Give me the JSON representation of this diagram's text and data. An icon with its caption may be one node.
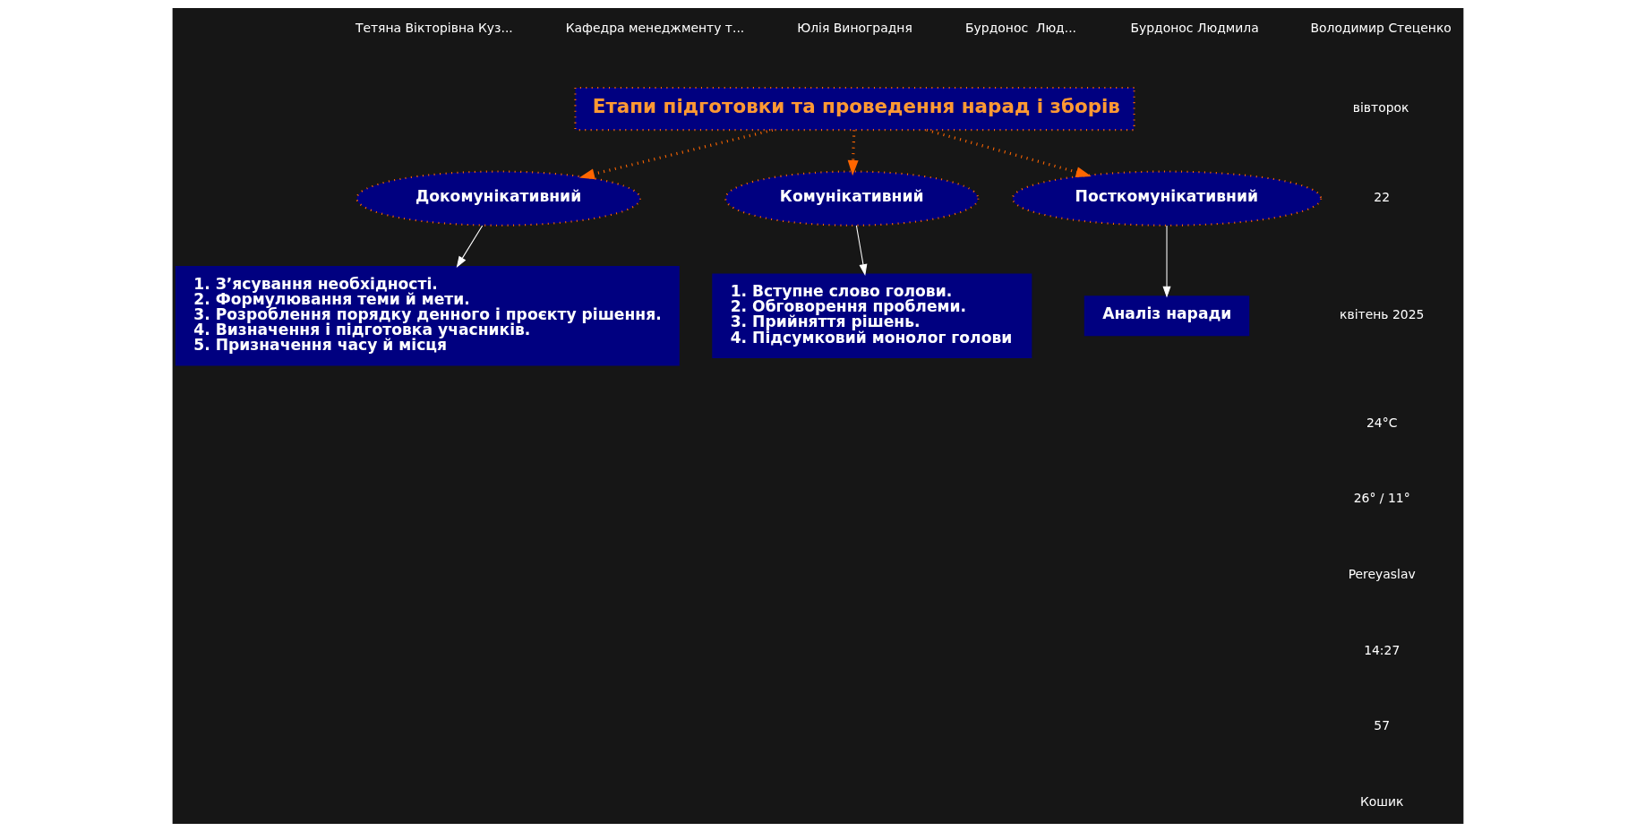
{
  "diagram": {
    "nodes": [
      {
        "text": [
          "Етапи підготовки та проведення нарад і зборів"
        ]
      },
      {
        "text": [
          "Докомунікативний"
        ]
      },
      {
        "text": [
          "Комунікативний"
        ]
      },
      {
        "text": [
          "Посткомунікативний"
        ]
      },
      {
        "text": [
          "1. З’ясування необхідності.",
          "2. Формулювання теми й мети.",
          "3. Розроблення порядку денного і проєкту рішення.",
          "4. Визначення і підготовка учасників.",
          "5. Призначення часу й місця"
        ]
      },
      {
        "text": [
          "1. Вступне слово голови.",
          "2. Обговорення проблеми.",
          "3. Прийняття рішень.",
          "4. Підсумковий монолог голови"
        ]
      },
      {
        "text": [
          "Аналіз наради"
        ]
      }
    ],
    "edges": [
      {
        "from": 0,
        "to": 1,
        "arrow": "to",
        "style": "dashed",
        "color": "#ff6600"
      },
      {
        "from": 0,
        "to": 2,
        "arrow": "to",
        "style": "dashed",
        "color": "#ff6600"
      },
      {
        "from": 0,
        "to": 3,
        "arrow": "to",
        "style": "dashed",
        "color": "#ff6600"
      },
      {
        "from": 1,
        "to": 4,
        "arrow": "to",
        "color": "#ffffff"
      },
      {
        "from": 2,
        "to": 5,
        "arrow": "to",
        "color": "#ffffff"
      },
      {
        "from": 3,
        "to": 6,
        "arrow": "to",
        "color": "#ffffff"
      }
    ],
    "labels": [
      "Тетяна Вікторівна Куз...",
      "Кафедра менеджменту т...",
      "Юлія Виноградня",
      "Бурдонос  Люд...",
      "Бурдонос Людмила",
      "Володимир Стеценко",
      "вівторок",
      "22",
      "квітень 2025",
      "24°C",
      "26° / 11°",
      "Pereyaslav",
      "14:27",
      "57",
      "Кошик"
    ]
  }
}
